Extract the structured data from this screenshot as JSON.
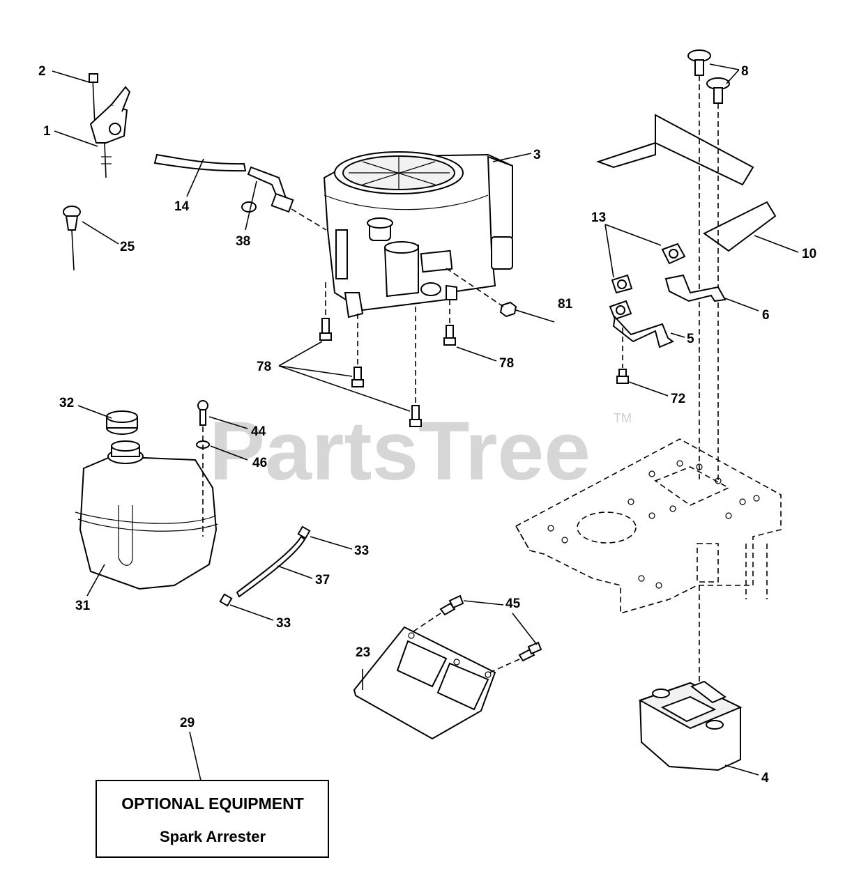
{
  "watermark": {
    "text": "PartsTree",
    "tm": "TM"
  },
  "callouts": {
    "c1": "1",
    "c2": "2",
    "c3": "3",
    "c4": "4",
    "c5": "5",
    "c6": "6",
    "c8": "8",
    "c10": "10",
    "c13": "13",
    "c14": "14",
    "c23": "23",
    "c25": "25",
    "c29": "29",
    "c31": "31",
    "c32": "32",
    "c33a": "33",
    "c33b": "33",
    "c37": "37",
    "c38": "38",
    "c44": "44",
    "c45": "45",
    "c46": "46",
    "c72": "72",
    "c78a": "78",
    "c78b": "78",
    "c81": "81"
  },
  "optional_box": {
    "title": "OPTIONAL EQUIPMENT",
    "subtitle": "Spark Arrester"
  }
}
